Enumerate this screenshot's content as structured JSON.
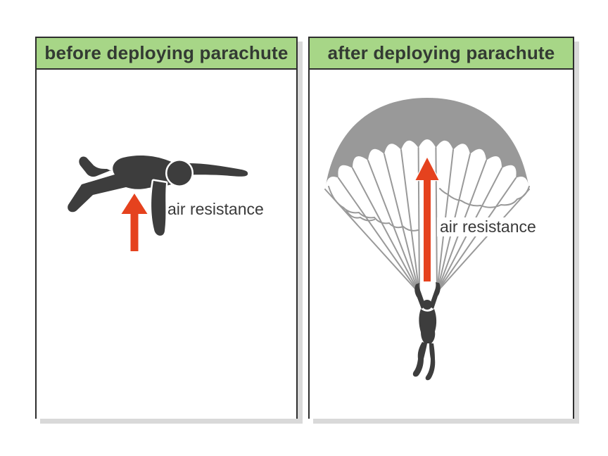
{
  "diagram": {
    "panels": {
      "before": {
        "title": "before deploying parachute",
        "force_label": "air resistance",
        "figure": "skydiver-freefall-silhouette",
        "arrow": {
          "direction": "up",
          "relative_length": "short"
        }
      },
      "after": {
        "title": "after deploying parachute",
        "force_label": "air resistance",
        "figure": "parachutist-under-open-canopy",
        "arrow": {
          "direction": "up",
          "relative_length": "long"
        }
      }
    },
    "colors": {
      "header_bg": "#a7d687",
      "panel_border": "#2e2e2e",
      "panel_shadow": "#d9d9d9",
      "arrow_red": "#e5421e",
      "silhouette": "#3d3d3d",
      "canopy_gray": "#999999",
      "label_text": "#3a3a3a",
      "header_text": "#333a33"
    }
  }
}
